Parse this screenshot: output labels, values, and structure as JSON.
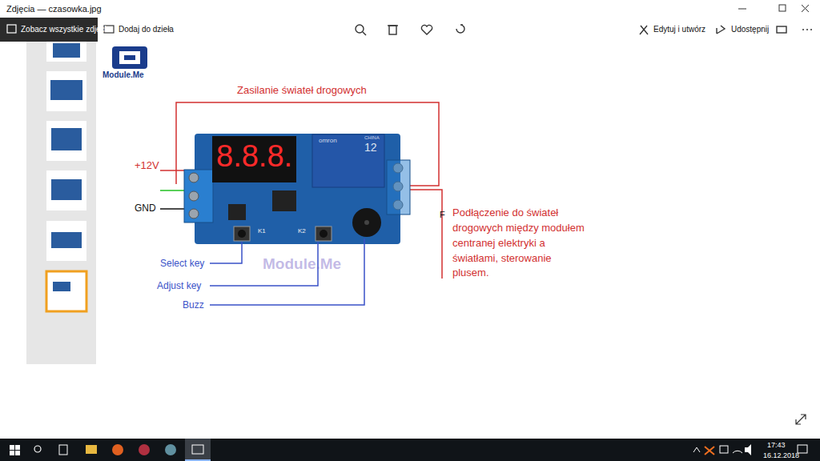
{
  "diagram": {
    "labels": [
      "Zdjęcia — czasowka.jpg",
      "Zobacz wszystkie zdjęcia",
      "Dodaj do dzieła",
      "Edytuj i utwórz",
      "Udostępnij",
      "Module.Me",
      "Zasilanie świateł drogowych",
      "8.8.8.",
      "omron",
      "CHINA",
      "12",
      "+12V",
      "GND",
      "K1",
      "K2",
      "F",
      "Podłączenie do świateł drogowych między modułem centranej elektryki a światłami, sterowanie plusem.",
      "Module.Me",
      "Select key",
      "Adjust key",
      "Buzz",
      "17:43",
      "16.12.2018"
    ]
  }
}
